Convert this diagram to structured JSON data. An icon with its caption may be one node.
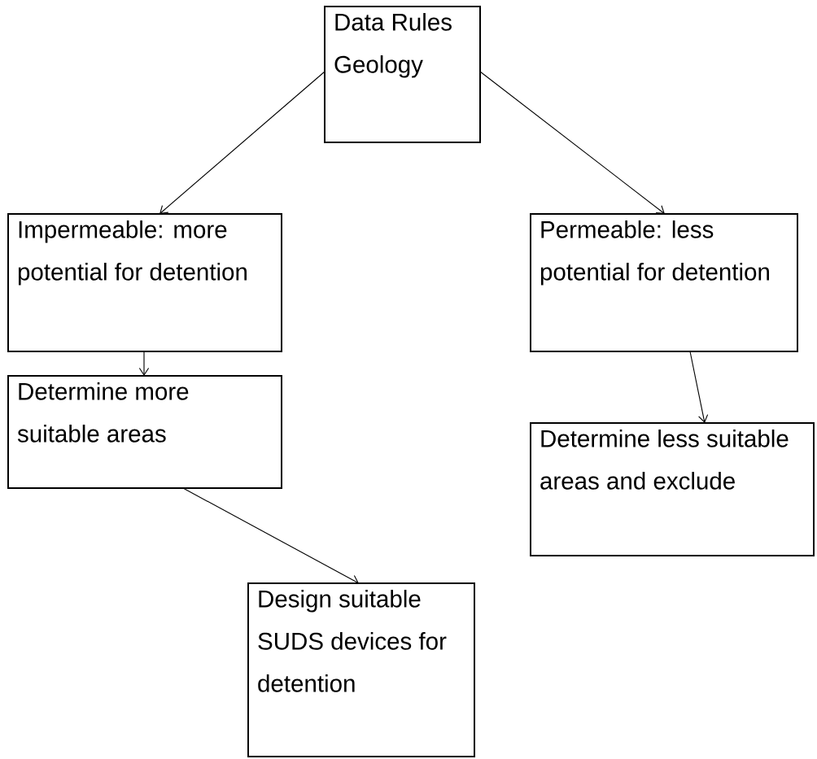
{
  "diagram": {
    "nodes": [
      {
        "text": [
          "Data Rules Geology"
        ]
      },
      {
        "text": [
          "Impermeable: more potential for detention"
        ]
      },
      {
        "text": [
          "Permeable: less potential for detention"
        ]
      },
      {
        "text": [
          "Determine more suitable areas"
        ]
      },
      {
        "text": [
          "Determine less suitable areas and exclude"
        ]
      },
      {
        "text": [
          "Design suitable SUDS devices for detention"
        ]
      }
    ],
    "edges": [
      {
        "from": 0,
        "to": 1,
        "arrow": "to"
      },
      {
        "from": 0,
        "to": 2,
        "arrow": "to"
      },
      {
        "from": 1,
        "to": 3,
        "arrow": "to"
      },
      {
        "from": 2,
        "to": 4,
        "arrow": "to"
      },
      {
        "from": 3,
        "to": 5,
        "arrow": "to"
      }
    ]
  }
}
